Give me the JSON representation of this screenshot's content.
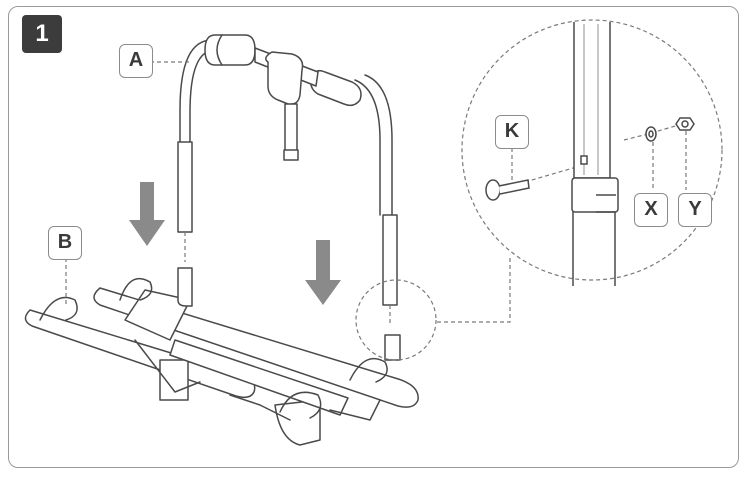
{
  "step_number": "1",
  "labels": {
    "a": "A",
    "b": "B",
    "k": "K",
    "x": "X",
    "y": "Y"
  },
  "colors": {
    "frame_border": "#9a9a9a",
    "badge_fill": "#3c3c3c",
    "arrow_fill": "#8a8a8a",
    "line_art": "#4a4a4a"
  }
}
